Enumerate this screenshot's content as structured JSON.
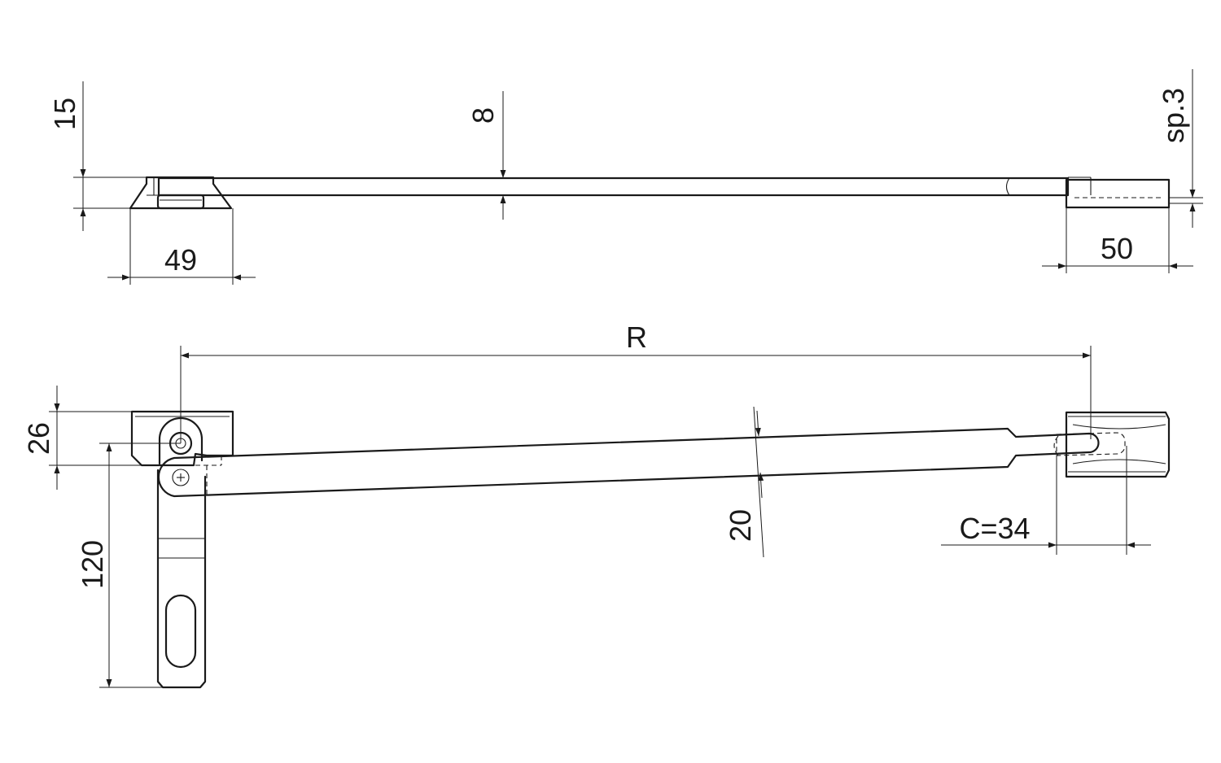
{
  "dimensions": {
    "height_15": "15",
    "thickness_8": "8",
    "thickness_sp3": "sp.3",
    "base_49": "49",
    "end_50": "50",
    "radius_r": "R",
    "height_26": "26",
    "arm_width_20": "20",
    "offset_c": "C=34",
    "length_120": "120"
  }
}
